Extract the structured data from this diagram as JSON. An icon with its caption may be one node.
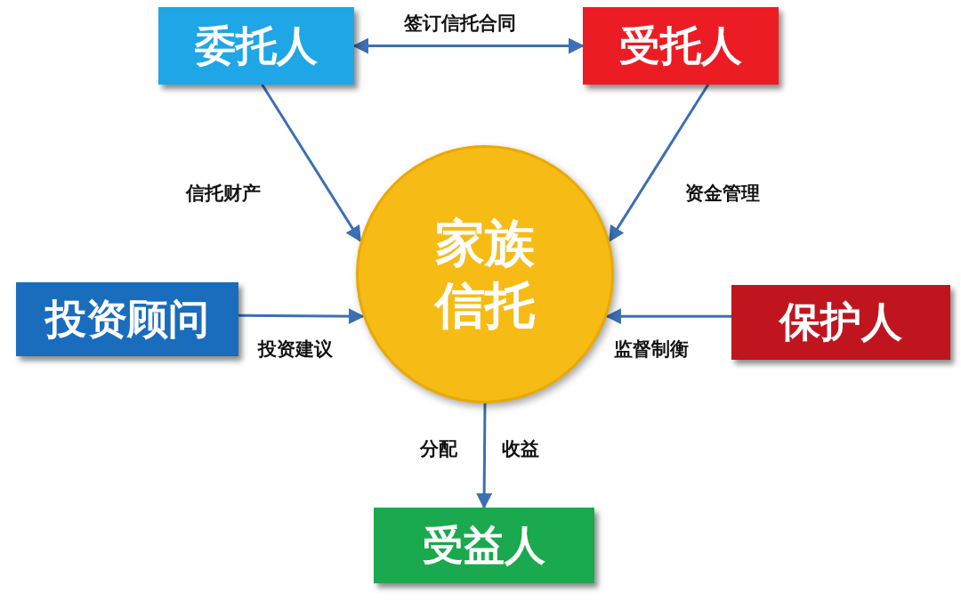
{
  "diagram": {
    "nodes": [
      {
        "text": [
          "委托人"
        ]
      },
      {
        "text": [
          "受托人"
        ]
      },
      {
        "text": [
          "家族信托"
        ]
      },
      {
        "text": [
          "投资顾问"
        ]
      },
      {
        "text": [
          "保护人"
        ]
      },
      {
        "text": [
          "受益人"
        ]
      }
    ],
    "edges": [
      {
        "from": 0,
        "to": 1,
        "arrow": "both",
        "label": "签订信托合同"
      },
      {
        "from": 0,
        "to": 2,
        "arrow": "to",
        "label": "信托财产"
      },
      {
        "from": 1,
        "to": 2,
        "arrow": "to",
        "label": "资金管理"
      },
      {
        "from": 3,
        "to": 2,
        "arrow": "to",
        "label": "投资建议"
      },
      {
        "from": 4,
        "to": 2,
        "arrow": "to",
        "label": "监督制衡"
      },
      {
        "from": 2,
        "to": 5,
        "arrow": "to",
        "label": "分配"
      }
    ],
    "labels": [
      "收益"
    ]
  }
}
